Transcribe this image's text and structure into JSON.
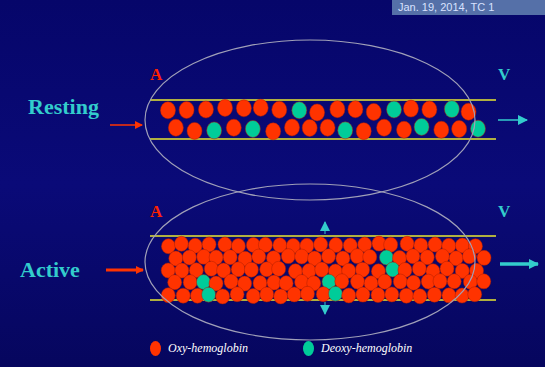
{
  "diagram": {
    "labels": [
      "Jan. 19, 2014, TC 1",
      "A",
      "V",
      "Resting",
      "A",
      "V",
      "Active"
    ],
    "legend": [
      {
        "text": "Oxy-hemoglobin",
        "color": "#ff3300"
      },
      {
        "text": "Deoxy-hemoglobin",
        "color": "#00cc99"
      }
    ]
  }
}
